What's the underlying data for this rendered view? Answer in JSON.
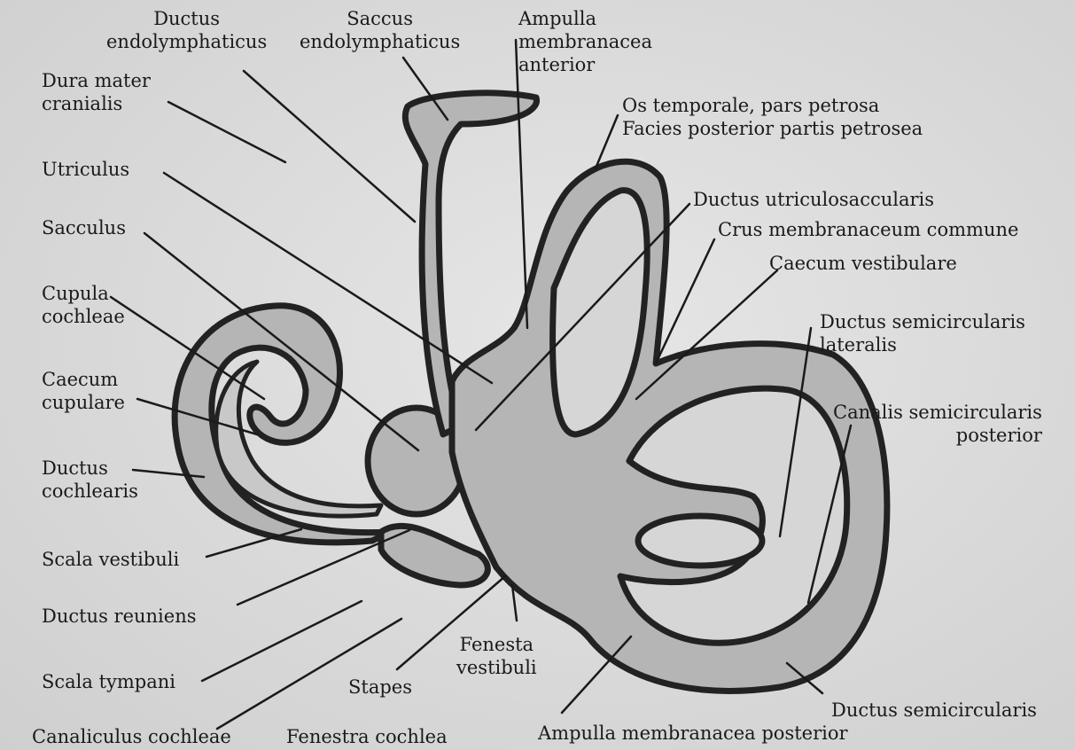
{
  "labels": {
    "ductus_endolymphaticus": "Ductus\nendolymphaticus",
    "saccus_endolymphaticus": "Saccus\nendolymphaticus",
    "ampulla_membranacea_anterior": "Ampulla\nmembranacea\nanterior",
    "dura_mater_cranialis": "Dura mater\ncranialis",
    "os_temporale": "Os temporale, pars petrosa\nFacies posterior partis petrosea",
    "utriculus": "Utriculus",
    "ductus_utriculosaccularis": "Ductus utriculosaccularis",
    "sacculus": "Sacculus",
    "crus_membranaceum_commune": "Crus membranaceum commune",
    "caecum_vestibulare": "Caecum vestibulare",
    "cupula_cochleae": "Cupula\ncochleae",
    "ductus_semicircularis_lateralis": "Ductus semicircularis\nlateralis",
    "caecum_cupulare": "Caecum\ncupulare",
    "canalis_semicircularis_posterior": "Canalis semicircularis\nposterior",
    "ductus_cochlearis": "Ductus\ncochlearis",
    "scala_vestibuli": "Scala vestibuli",
    "ductus_reuniens": "Ductus reuniens",
    "fenesta_vestibuli": "Fenesta\nvestibuli",
    "scala_tympani": "Scala tympani",
    "stapes": "Stapes",
    "ductus_semicircularis": "Ductus semicircularis",
    "canaliculus_cochleae": "Canaliculus cochleae",
    "fenestra_cochlea": "Fenestra cochlea",
    "ampulla_membranacea_posterior": "Ampulla membranacea posterior"
  },
  "colors": {
    "background": "#d9d9d9",
    "fill": "#b5b5b5",
    "outline": "#222222",
    "text": "#1a1a1a"
  }
}
